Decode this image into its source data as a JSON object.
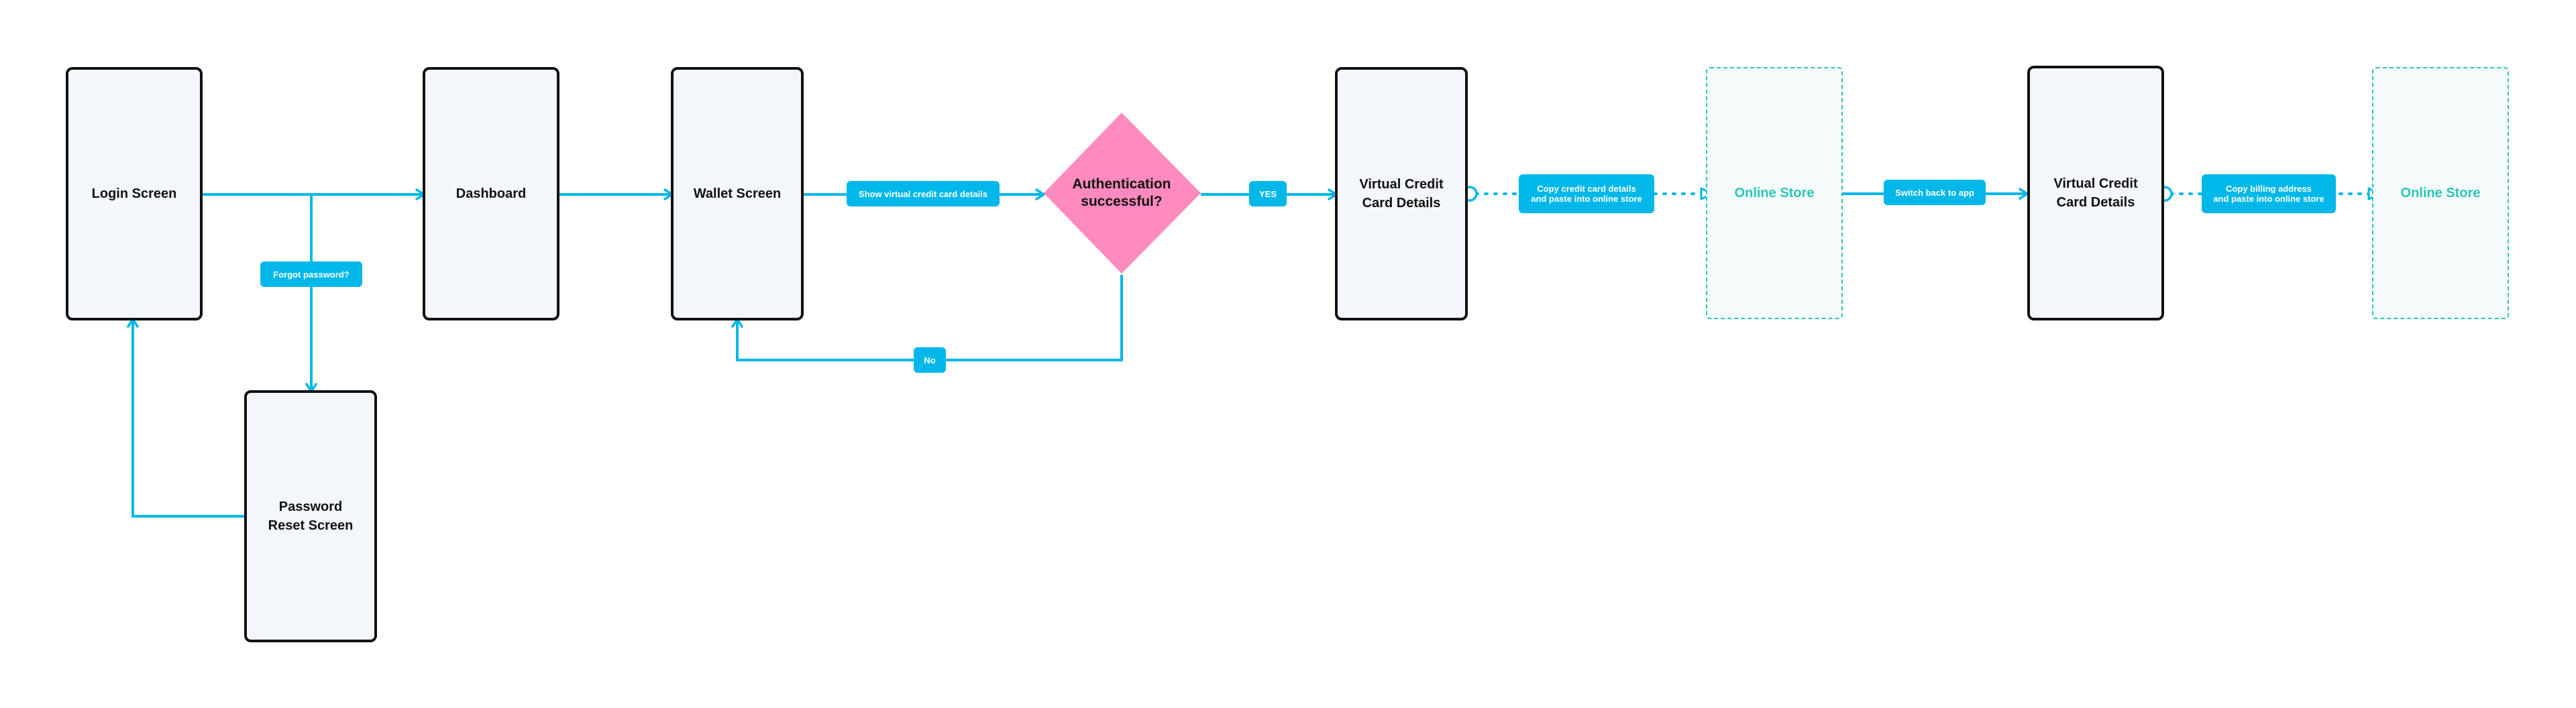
{
  "nodes": {
    "login": "Login Screen",
    "dashboard": "Dashboard",
    "wallet": "Wallet Screen",
    "password_reset": "Password\nReset Screen",
    "decision": "Authentication\nsuccessful?",
    "virtual_card_1": "Virtual Credit\nCard Details",
    "online_store_1": "Online Store",
    "virtual_card_2": "Virtual Credit\nCard Details",
    "online_store_2": "Online Store"
  },
  "edge_labels": {
    "forgot_password": "Forgot password?",
    "show_card": "Show virtual credit card details",
    "yes": "YES",
    "no": "No",
    "copy_card": "Copy credit card details\nand paste into online store",
    "switch_back": "Switch back to app",
    "copy_billing": "Copy billing address\nand paste into online store"
  },
  "colors": {
    "connector": "#00b7ea",
    "decision": "#ff8abd",
    "screen_fill": "#f3f6fa",
    "screen_border": "#111111",
    "store": "#2ec4b6"
  }
}
